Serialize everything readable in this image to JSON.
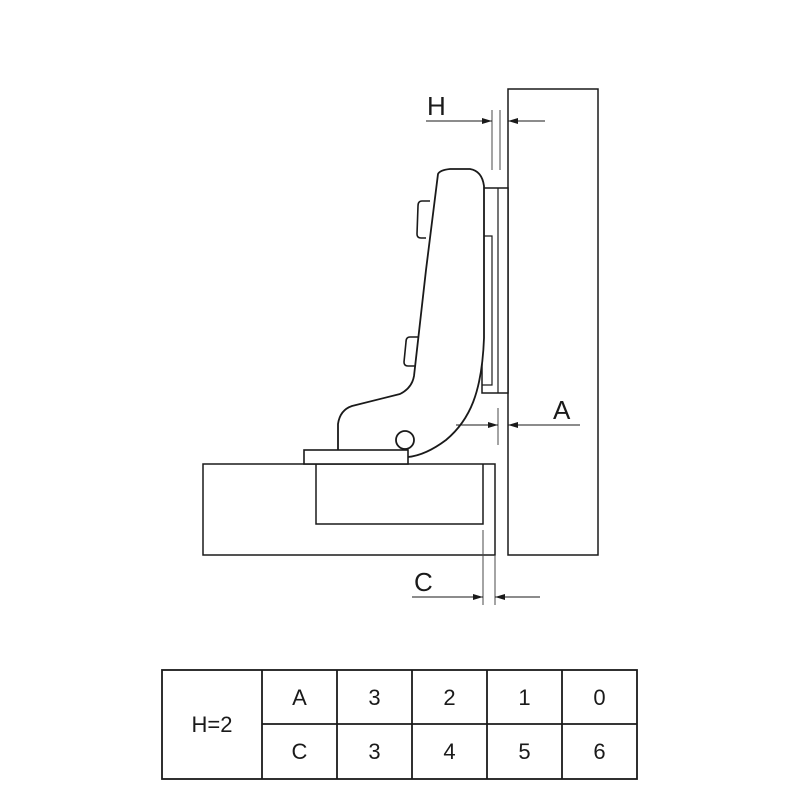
{
  "labels": {
    "h": "H",
    "a": "A",
    "c": "C"
  },
  "table": {
    "row_header": "H=2",
    "rows": [
      {
        "label": "A",
        "values": [
          "3",
          "2",
          "1",
          "0"
        ]
      },
      {
        "label": "C",
        "values": [
          "3",
          "4",
          "5",
          "6"
        ]
      }
    ]
  },
  "colors": {
    "stroke": "#1a1a1a",
    "dim_line": "#4a4a4a",
    "background": "#ffffff"
  }
}
